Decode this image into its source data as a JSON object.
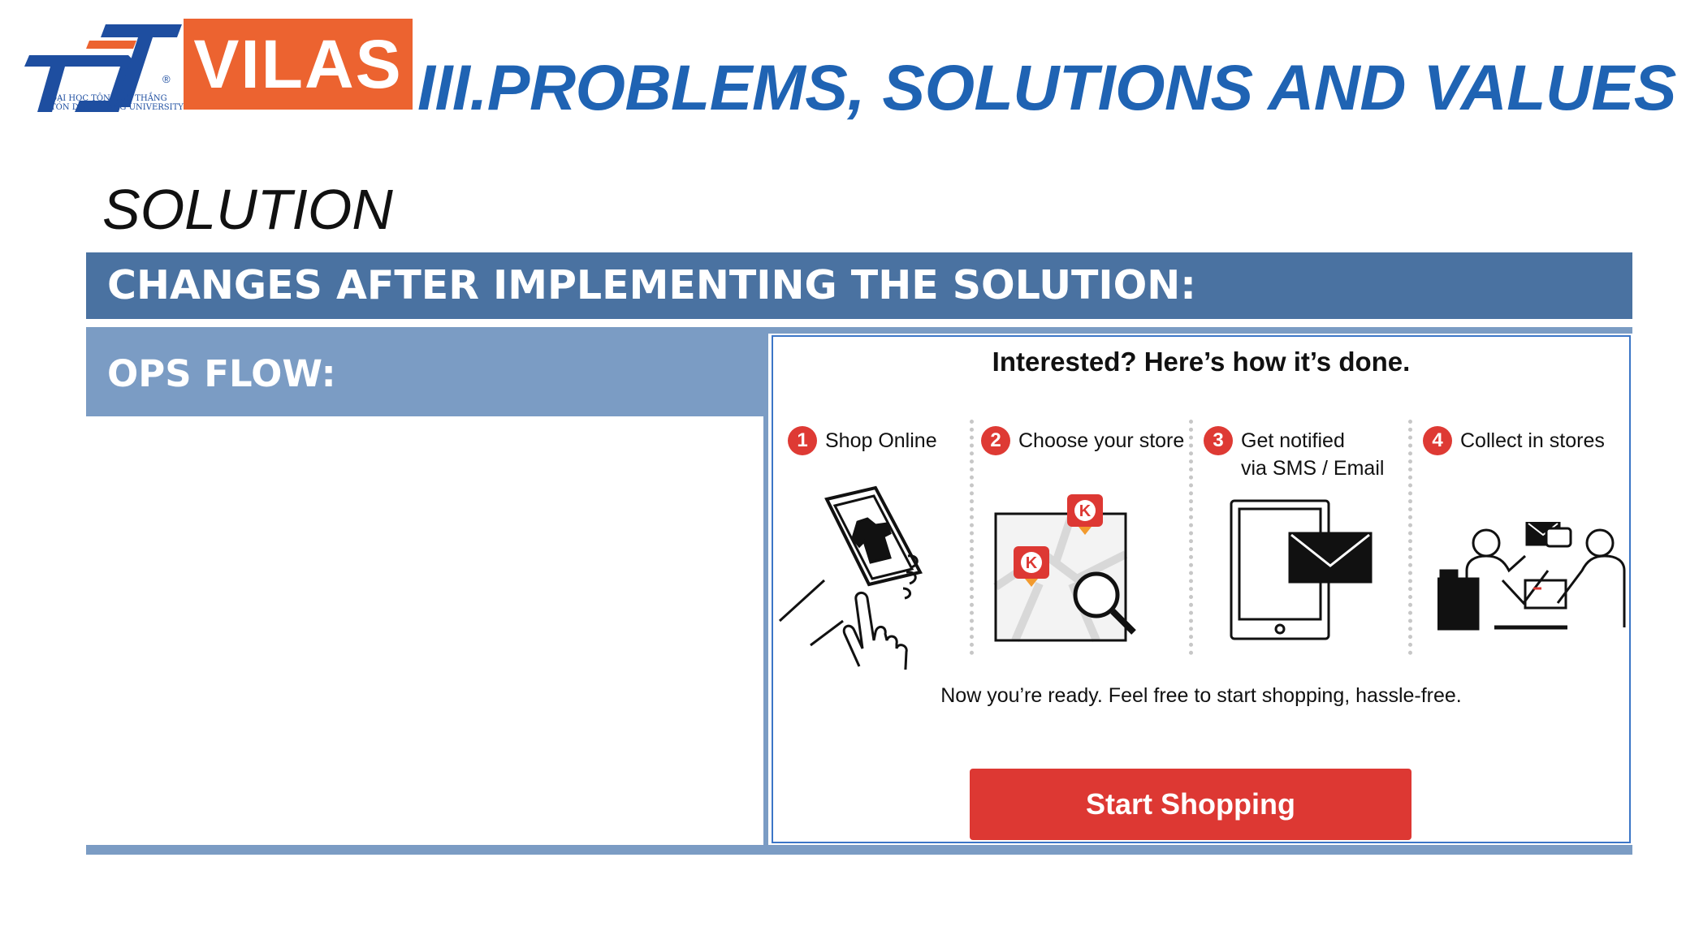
{
  "header": {
    "tdt_caption_line1": "ĐẠI HỌC TÔN ĐỨC THẮNG",
    "tdt_caption_line2": "TON DUC THANG UNIVERSITY",
    "tdt_reg": "®",
    "vilas_logo_text": "VILAS",
    "title": "III.PROBLEMS, SOLUTIONS AND VALUES"
  },
  "section_label": "SOLUTION",
  "banner_title": "CHANGES AFTER IMPLEMENTING THE SOLUTION:",
  "ops_flow_label": "OPS FLOW:",
  "panel": {
    "heading": "Interested? Here’s how it’s done.",
    "steps": [
      {
        "number": "1",
        "label": "Shop Online",
        "label2": ""
      },
      {
        "number": "2",
        "label": "Choose your store",
        "label2": ""
      },
      {
        "number": "3",
        "label": "Get notified",
        "label2": "via SMS / Email"
      },
      {
        "number": "4",
        "label": "Collect in stores",
        "label2": ""
      }
    ],
    "store_pin_letter": "K",
    "ready_text": "Now you’re ready. Feel free to start shopping, hassle-free.",
    "button_label": "Start Shopping"
  },
  "colors": {
    "title_blue": "#1f63b3",
    "banner_dark": "#4a72a1",
    "banner_light": "#7b9cc4",
    "vilas_orange": "#ec6330",
    "accent_red": "#dd3833"
  }
}
